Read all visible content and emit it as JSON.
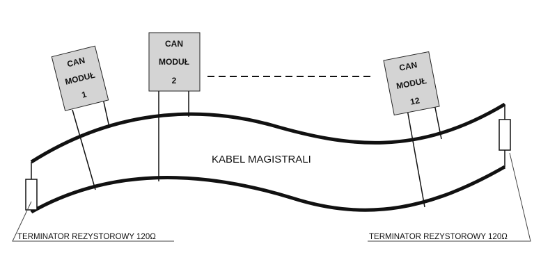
{
  "modules": [
    {
      "line1": "CAN",
      "line2": "MODUŁ",
      "number": "1"
    },
    {
      "line1": "CAN",
      "line2": "MODUŁ",
      "number": "2"
    },
    {
      "line1": "CAN",
      "line2": "MODUŁ",
      "number": "12"
    }
  ],
  "bus_label": "KABEL MAGISTRALI",
  "terminators": {
    "left_label": "TERMINATOR REZYSTOROWY 120Ω",
    "right_label": "TERMINATOR REZYSTOROWY 120Ω"
  },
  "colors": {
    "module_fill": "#d4d4d4",
    "line": "#111111"
  }
}
